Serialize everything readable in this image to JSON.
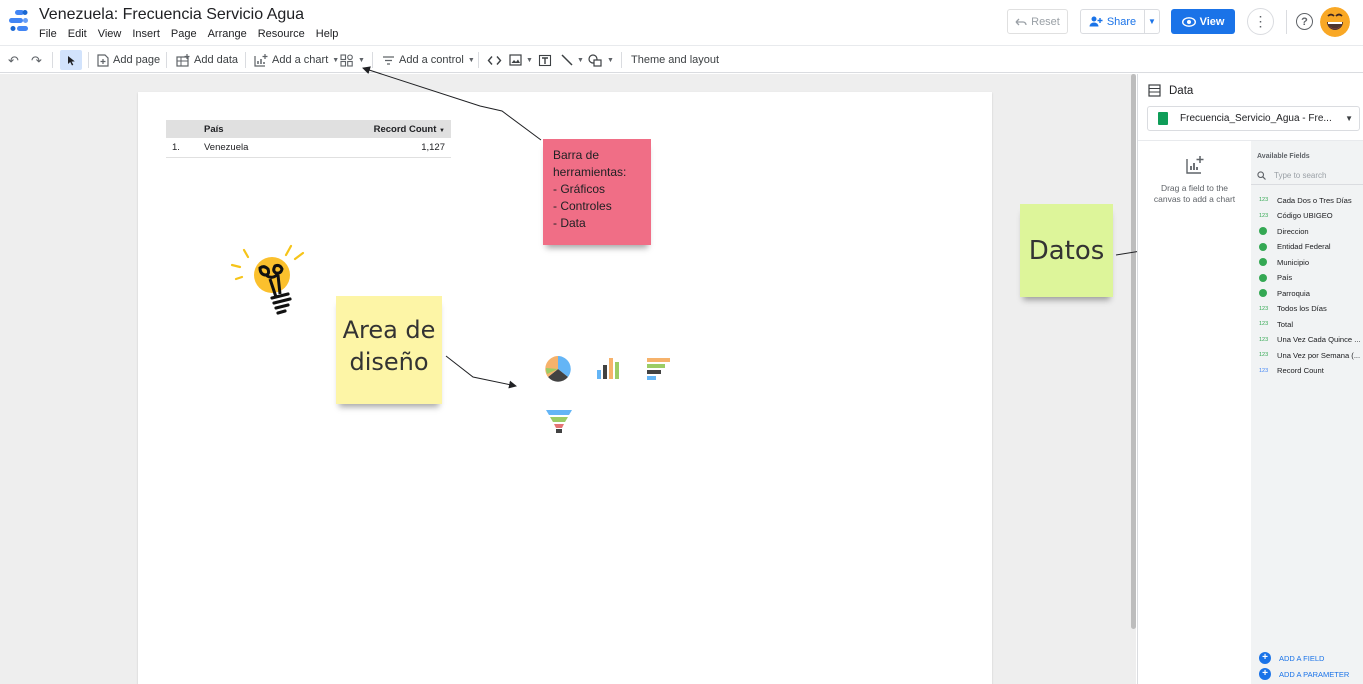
{
  "header": {
    "title": "Venezuela: Frecuencia Servicio Agua",
    "menu": [
      "File",
      "Edit",
      "View",
      "Insert",
      "Page",
      "Arrange",
      "Resource",
      "Help"
    ],
    "reset_label": "Reset",
    "share_label": "Share",
    "view_label": "View",
    "help_glyph": "?",
    "more_glyph": "⋮"
  },
  "toolbar": {
    "add_page": "Add page",
    "add_data": "Add data",
    "add_chart": "Add a chart",
    "add_control": "Add a control",
    "theme_layout": "Theme and layout"
  },
  "table": {
    "col_pais": "País",
    "col_count": "Record Count",
    "rows": [
      {
        "idx": "1.",
        "pais": "Venezuela",
        "count": "1,127"
      }
    ]
  },
  "stickies": {
    "toolbar_note": "Barra de\nherramientas:\n- Gráficos\n- Controles\n- Data",
    "design_note": "Area de\ndiseño",
    "data_note": "Datos"
  },
  "panel": {
    "title": "Data",
    "datasource": "Frecuencia_Servicio_Agua - Fre...",
    "drag_hint": "Drag a field to the canvas to add a chart",
    "available_fields": "Available Fields",
    "search_placeholder": "Type to search",
    "fields": [
      {
        "type": "num",
        "name": "Cada Dos o Tres Días"
      },
      {
        "type": "num",
        "name": "Código UBIGEO"
      },
      {
        "type": "geo",
        "name": "Direccion"
      },
      {
        "type": "geo",
        "name": "Entidad Federal"
      },
      {
        "type": "geo",
        "name": "Municipio"
      },
      {
        "type": "geo",
        "name": "País"
      },
      {
        "type": "geo",
        "name": "Parroquia"
      },
      {
        "type": "num",
        "name": "Todos los Días"
      },
      {
        "type": "num",
        "name": "Total"
      },
      {
        "type": "num",
        "name": "Una Vez Cada Quince ..."
      },
      {
        "type": "num",
        "name": "Una Vez por Semana (..."
      },
      {
        "type": "num-blue",
        "name": "Record Count"
      }
    ],
    "add_field": "ADD A FIELD",
    "add_parameter": "ADD A PARAMETER",
    "num_glyph": "123"
  },
  "colors": {
    "accent": "#1a73e8",
    "sticky_red": "#f06e86",
    "sticky_yellow": "#fdf5a6",
    "sticky_green": "#ddf59a"
  }
}
